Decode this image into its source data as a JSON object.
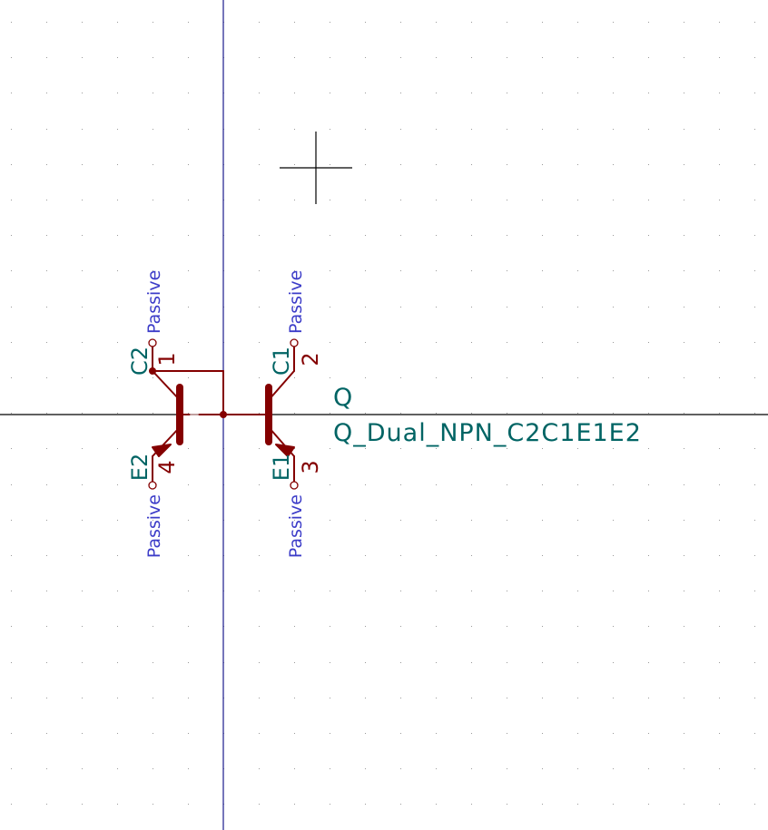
{
  "symbol": {
    "reference": "Q",
    "value": "Q_Dual_NPN_C2C1E1E2"
  },
  "pins": [
    {
      "id": "c2",
      "name": "C2",
      "number": "1",
      "type": "Passive"
    },
    {
      "id": "e2",
      "name": "E2",
      "number": "4",
      "type": "Passive"
    },
    {
      "id": "c1",
      "name": "C1",
      "number": "2",
      "type": "Passive"
    },
    {
      "id": "e1",
      "name": "E1",
      "number": "3",
      "type": "Passive"
    }
  ],
  "colors": {
    "background": "#ffffff",
    "grid": "#9a9a9a",
    "axis_vertical": "#1b1b8c",
    "axis_horizontal": "#000000",
    "body": "#840000",
    "body_fill": "#840000",
    "pin_text": "#840000",
    "field_text": "#006464",
    "electrical_type": "#3c3cc8",
    "cursor": "#000000"
  },
  "icons": {
    "cursor": "crosshair-icon",
    "pin_end": "open-circle"
  }
}
